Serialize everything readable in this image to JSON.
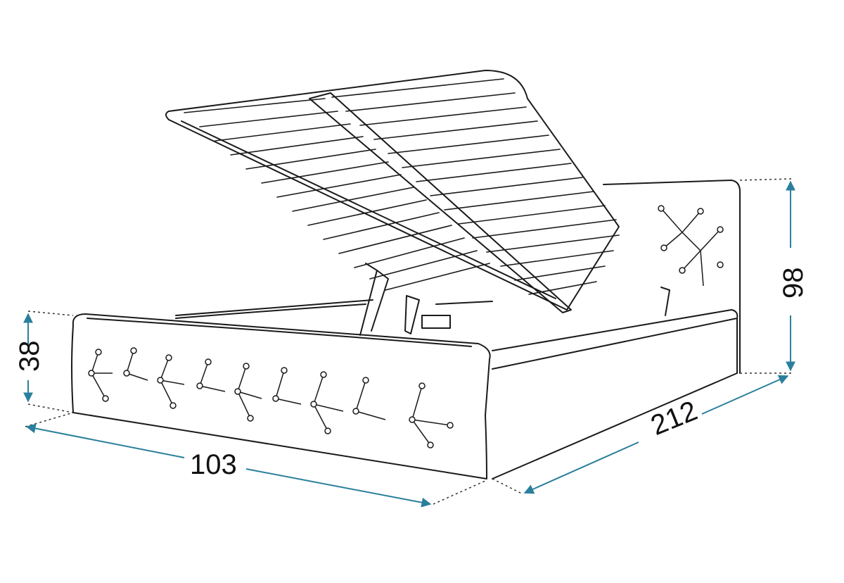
{
  "dimensions": {
    "width": "103",
    "length": "212",
    "side_height": "38",
    "headboard_height": "98"
  },
  "colors": {
    "outline": "#1a1a1a",
    "dimension_arrow": "#2a7f9c",
    "guide_dotted": "#333333",
    "background": "#ffffff"
  },
  "icons": [
    "bed-frame-drawing",
    "tufted-button",
    "lift-mechanism",
    "slatted-base"
  ]
}
